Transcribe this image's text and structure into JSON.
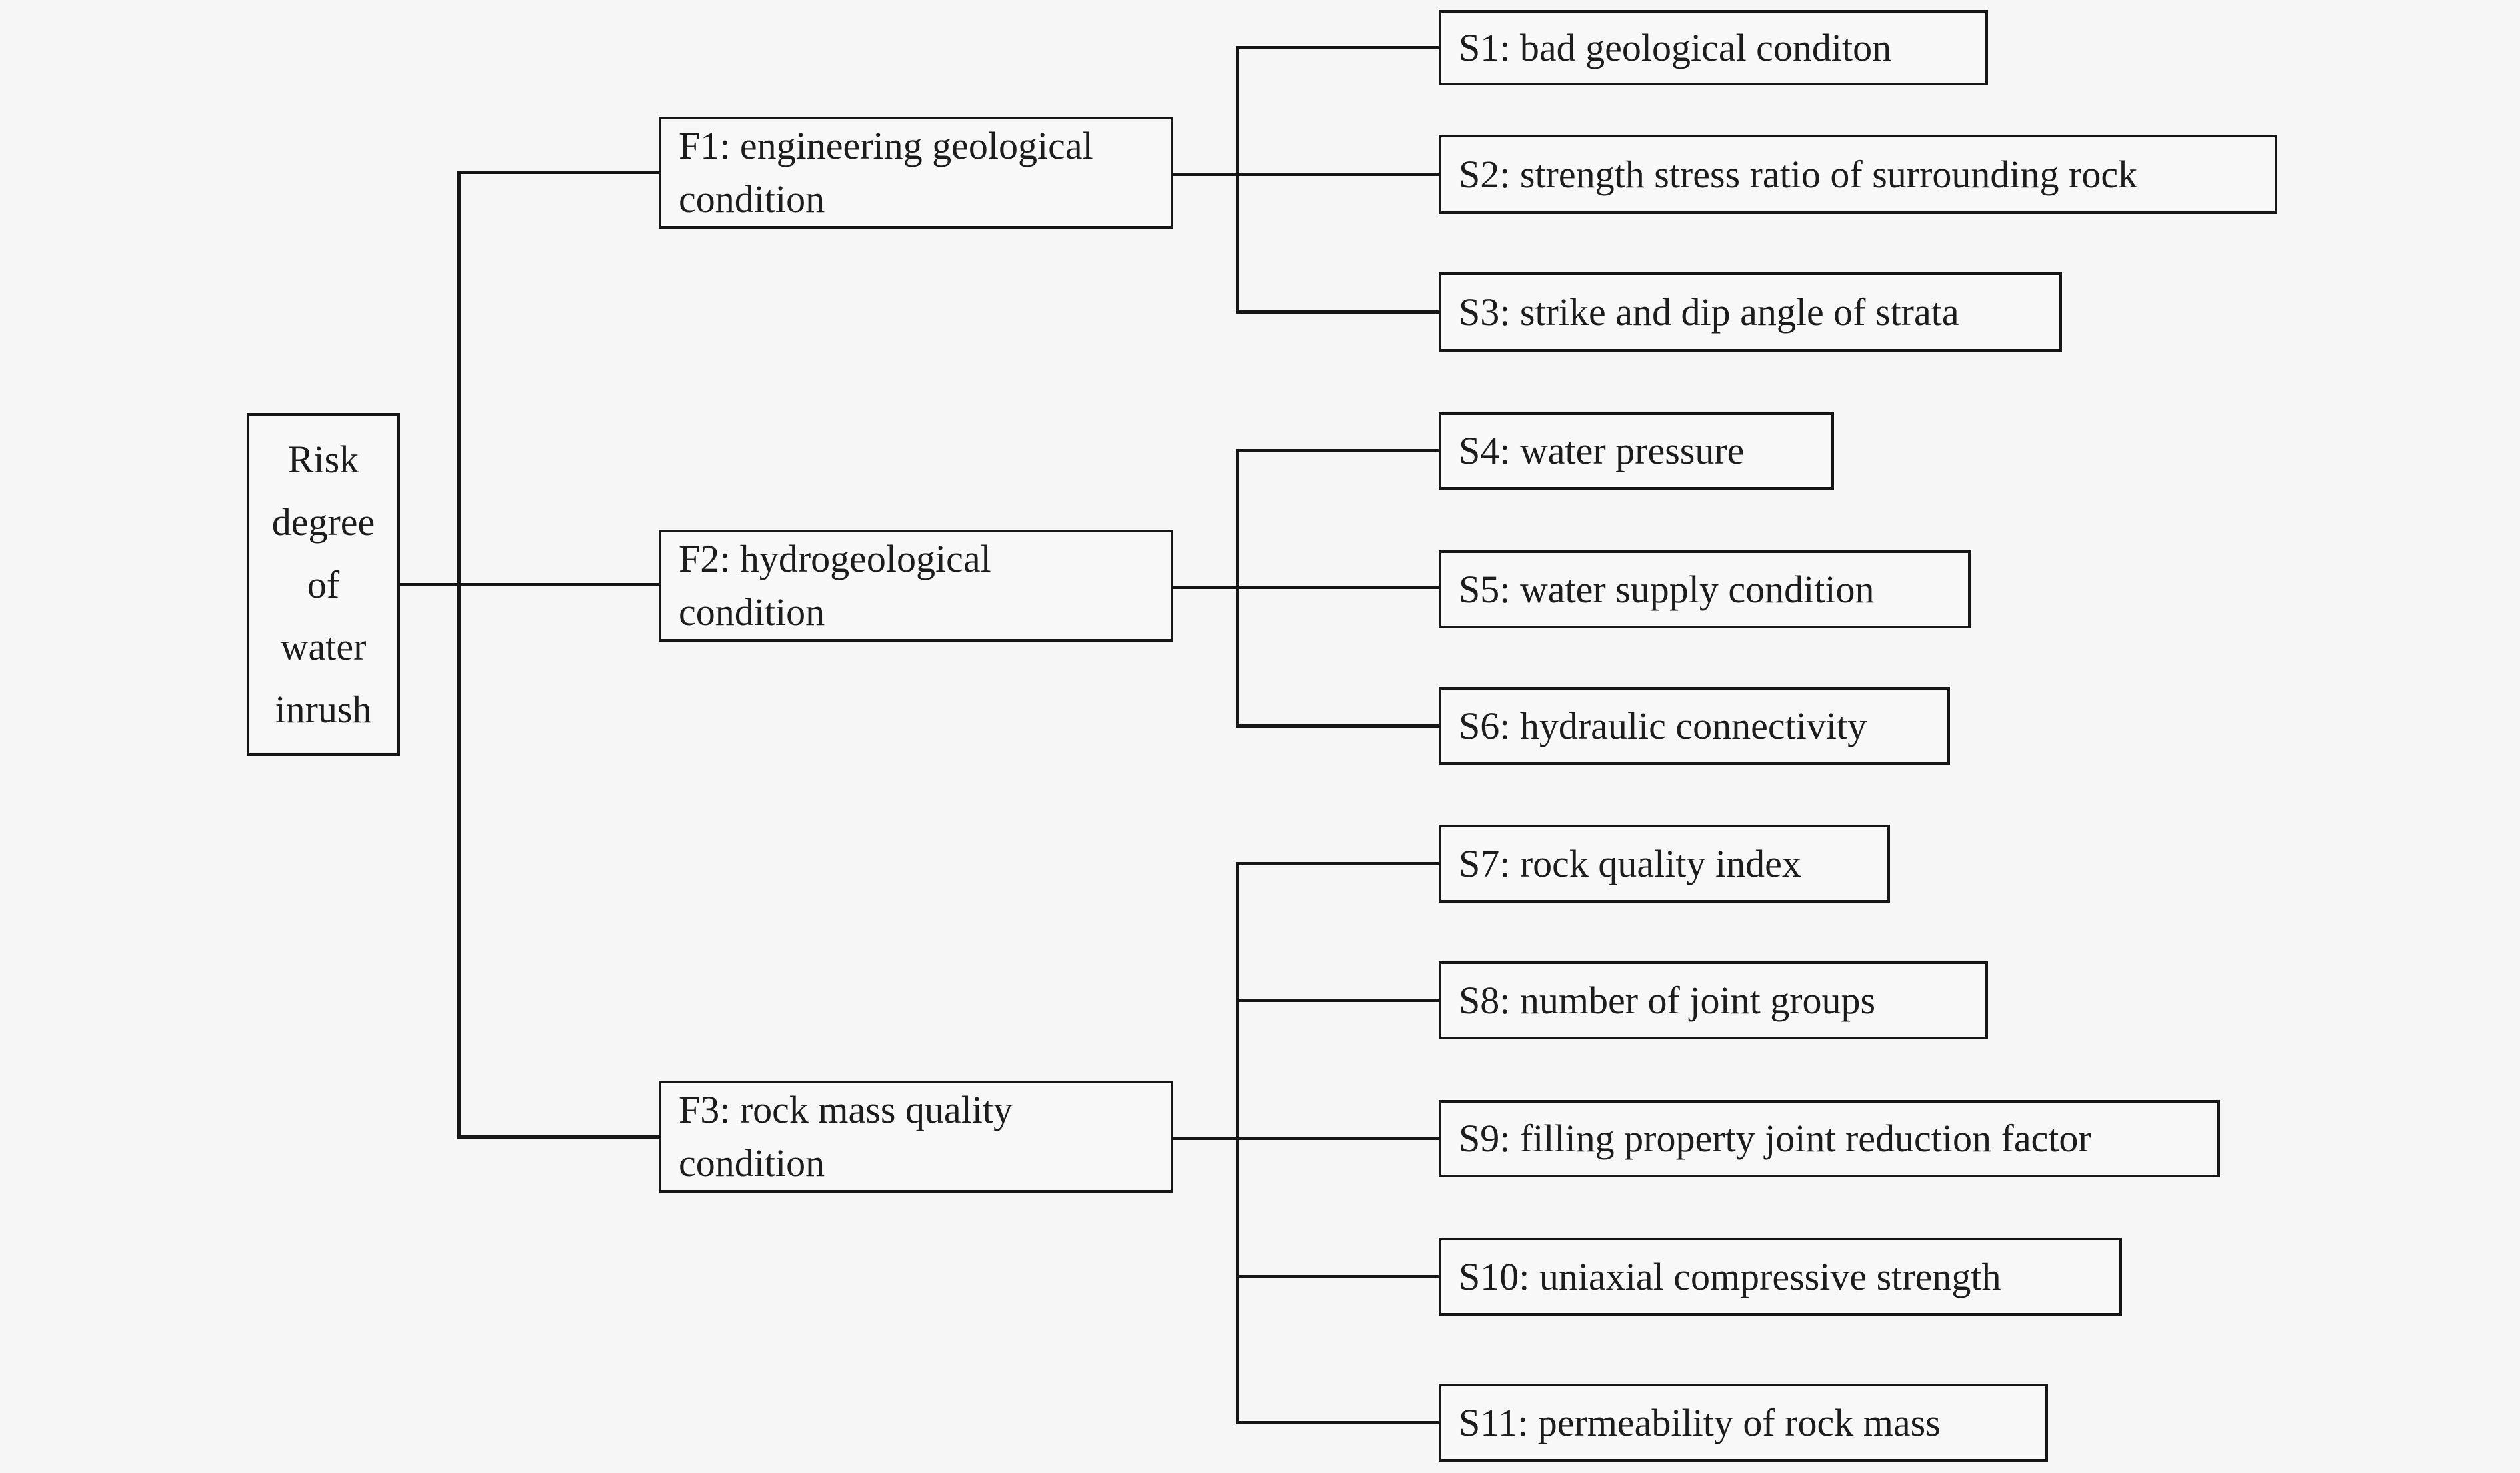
{
  "diagram_title": "Risk degree of water inrush factor hierarchy",
  "colors": {
    "background": "#f6f6f6",
    "node_fill": "#f8f8f8",
    "line": "#161616",
    "text": "#1c1c1c"
  },
  "nodes": {
    "root": {
      "id": "goal",
      "label": "Risk\ndegree\nof\nwater\ninrush"
    },
    "f1": {
      "id": "F1",
      "label": "F1: engineering geological\ncondition"
    },
    "f2": {
      "id": "F2",
      "label": "F2: hydrogeological\ncondition"
    },
    "f3": {
      "id": "F3",
      "label": "F3: rock mass quality\ncondition"
    },
    "s1": {
      "id": "S1",
      "label": "S1: bad geological conditon"
    },
    "s2": {
      "id": "S2",
      "label": "S2: strength stress ratio of surrounding rock"
    },
    "s3": {
      "id": "S3",
      "label": "S3: strike and dip angle of strata"
    },
    "s4": {
      "id": "S4",
      "label": "S4: water pressure"
    },
    "s5": {
      "id": "S5",
      "label": "S5: water supply condition"
    },
    "s6": {
      "id": "S6",
      "label": "S6: hydraulic connectivity"
    },
    "s7": {
      "id": "S7",
      "label": "S7: rock quality index"
    },
    "s8": {
      "id": "S8",
      "label": "S8: number of joint groups"
    },
    "s9": {
      "id": "S9",
      "label": "S9: filling property joint reduction factor"
    },
    "s10": {
      "id": "S10",
      "label": "S10: uniaxial compressive strength"
    },
    "s11": {
      "id": "S11",
      "label": "S11: permeability of rock mass"
    }
  },
  "hierarchy": {
    "root": "goal",
    "groups": [
      {
        "factor": "F1",
        "children": [
          "S1",
          "S2",
          "S3"
        ]
      },
      {
        "factor": "F2",
        "children": [
          "S4",
          "S5",
          "S6"
        ]
      },
      {
        "factor": "F3",
        "children": [
          "S7",
          "S8",
          "S9",
          "S10",
          "S11"
        ]
      }
    ]
  }
}
